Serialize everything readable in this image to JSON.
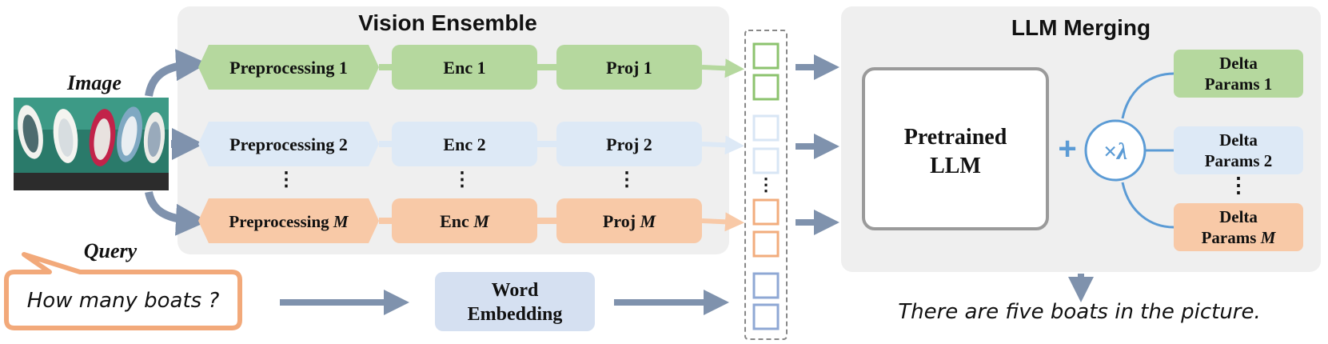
{
  "vision_ensemble": {
    "title": "Vision Ensemble",
    "rows": [
      {
        "pre": "Preprocessing 1",
        "enc": "Enc 1",
        "proj": "Proj 1",
        "color": "green"
      },
      {
        "pre": "Preprocessing 2",
        "enc": "Enc 2",
        "proj": "Proj 2",
        "color": "blue"
      },
      {
        "pre": "Preprocessing M",
        "enc": "Enc M",
        "proj": "Proj M",
        "color": "orange"
      }
    ],
    "ellipsis": "⋮"
  },
  "image_label": "Image",
  "query": {
    "label": "Query",
    "text": "How many boats ?"
  },
  "word_embedding": {
    "line1": "Word",
    "line2": "Embedding"
  },
  "llm_merging": {
    "title": "LLM Merging",
    "pretrained_line1": "Pretrained",
    "pretrained_line2": "LLM",
    "plus": "+",
    "lambda": "×λ",
    "deltas": [
      {
        "line1": "Delta",
        "line2": "Params 1",
        "color": "green"
      },
      {
        "line1": "Delta",
        "line2": "Params 2",
        "color": "blue"
      },
      {
        "line1": "Delta",
        "line2": "Params M",
        "color": "orange"
      }
    ],
    "ellipsis": "⋮"
  },
  "output_text": "There are five boats in the picture.",
  "colors": {
    "green": "#b5d89e",
    "blue": "#dde9f6",
    "orange": "#f8c9a7",
    "arrow": "#7f92ad",
    "panel": "#efefef",
    "word_embedding": "#d5e0f1",
    "query_border": "#f2a97a",
    "lambda": "#5b9bd5",
    "token_blue": "#8fa8d4"
  }
}
